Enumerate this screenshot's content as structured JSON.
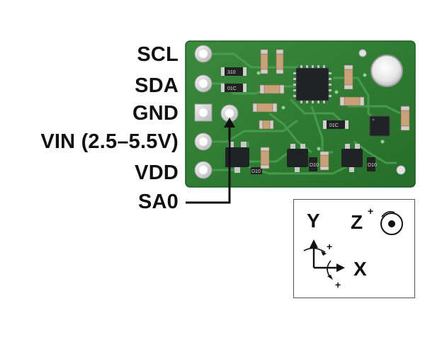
{
  "pins": [
    {
      "label": "SCL"
    },
    {
      "label": "SDA"
    },
    {
      "label": "GND"
    },
    {
      "label": "VIN (2.5–5.5V)"
    },
    {
      "label": "VDD"
    }
  ],
  "sa0": {
    "label": "SA0"
  },
  "axes": {
    "y": "Y",
    "x": "X",
    "z": "Z",
    "plus": "+"
  },
  "colors": {
    "board": "#2f7a33",
    "board_dark": "#246628",
    "trace": "#3f9a45",
    "pad": "#d8d8d8",
    "chip": "#1f2326"
  },
  "resistor_marks": [
    "310",
    "01C",
    "01C",
    "D10",
    "D10",
    "D10"
  ]
}
